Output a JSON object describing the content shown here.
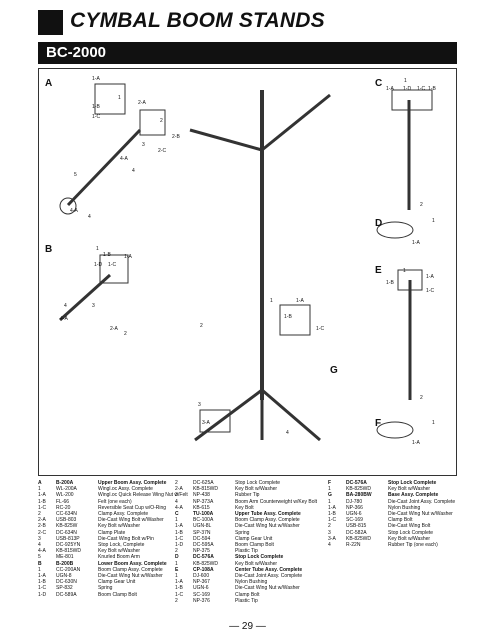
{
  "header": {
    "title": "CYMBAL BOOM STANDS",
    "model": "BC-2000"
  },
  "diagram": {
    "sections": [
      "A",
      "B",
      "C",
      "D",
      "E",
      "F",
      "G"
    ],
    "callouts": {
      "a": [
        "1-A",
        "1",
        "1-B",
        "1-C",
        "2-A",
        "2",
        "3",
        "2-C",
        "2-B",
        "4-A",
        "4",
        "5",
        "4-A",
        "4"
      ],
      "b": [
        "1",
        "1-B",
        "1-A",
        "1-D",
        "1-C",
        "4",
        "3",
        "2-A",
        "2",
        "4-A"
      ],
      "c": [
        "1",
        "1-A",
        "1-D",
        "1-C",
        "1-B",
        "2"
      ],
      "d": [
        "1",
        "1-A"
      ],
      "e": [
        "1",
        "1-B",
        "1-A",
        "1-C",
        "2"
      ],
      "f": [
        "1",
        "1-A"
      ],
      "g": [
        "2",
        "1",
        "1-A",
        "1-B",
        "1-C",
        "3",
        "3-A",
        "4"
      ]
    }
  },
  "parts_columns": [
    [
      {
        "no": "A",
        "code": "B-200A",
        "desc": "Upper Boom Assy. Complete",
        "head": true
      },
      {
        "no": "1",
        "code": "WL-200A",
        "desc": "Wingl.oc Assy. Complete"
      },
      {
        "no": "1-A",
        "code": "WL-200",
        "desc": "Wingl.oc Quick Release Wing Nut w/Felt"
      },
      {
        "no": "1-B",
        "code": "FL-66",
        "desc": "Felt (one each)"
      },
      {
        "no": "1-C",
        "code": "RC-20",
        "desc": "Reversible Seat Cup w/O-Ring"
      },
      {
        "no": "2",
        "code": "CC-634N",
        "desc": "Clamp Assy. Complete"
      },
      {
        "no": "2-A",
        "code": "USB-803",
        "desc": "Die-Cast Wing Bolt w/Washer"
      },
      {
        "no": "2-B",
        "code": "KB-825W",
        "desc": "Key Bolt w/Washer"
      },
      {
        "no": "2-C",
        "code": "DC-634N",
        "desc": "Clamp Plate"
      },
      {
        "no": "3",
        "code": "USB-813P",
        "desc": "Die-Cast Wing Bolt w/Pin"
      },
      {
        "no": "4",
        "code": "DC-925YN",
        "desc": "Stop Lock, Complete"
      },
      {
        "no": "4-A",
        "code": "KB-815WD",
        "desc": "Key Bolt w/Washer"
      },
      {
        "no": "5",
        "code": "ME-801",
        "desc": "Knurled Boom Arm"
      },
      {
        "no": "B",
        "code": "B-200B",
        "desc": "Lower Boom Assy. Complete",
        "head": true
      },
      {
        "no": "1",
        "code": "CC-200AN",
        "desc": "Boom Clamp Assy. Complete"
      },
      {
        "no": "1-A",
        "code": "UGN-8",
        "desc": "Die-Cast Wing Nut w/Washer"
      },
      {
        "no": "1-B",
        "code": "DC-630N",
        "desc": "Clamp Gear Unit"
      },
      {
        "no": "1-C",
        "code": "SP-832",
        "desc": "Spring"
      },
      {
        "no": "1-D",
        "code": "DC-589A",
        "desc": "Boom Clamp Bolt"
      }
    ],
    [
      {
        "no": "2",
        "code": "DC-625A",
        "desc": "Stop Lock Complete"
      },
      {
        "no": "2-A",
        "code": "KB-815WD",
        "desc": "Key Bolt w/Washer"
      },
      {
        "no": "3",
        "code": "NP-438",
        "desc": "Rubber Tip"
      },
      {
        "no": "4",
        "code": "NP-373A",
        "desc": "Boom Arm Counterweight w/Key Bolt"
      },
      {
        "no": "4-A",
        "code": "KB-615",
        "desc": "Key Bolt"
      },
      {
        "no": "C",
        "code": "TU-100A",
        "desc": "Upper Tube Assy. Complete",
        "head": true
      },
      {
        "no": "1",
        "code": "BC-100A",
        "desc": "Boom Clamp Assy. Complete"
      },
      {
        "no": "1-A",
        "code": "UGN-8L",
        "desc": "Die-Cast Wing Nut w/Washer"
      },
      {
        "no": "1-B",
        "code": "SP-37N",
        "desc": "Spring"
      },
      {
        "no": "1-C",
        "code": "DC-594",
        "desc": "Clamp Gear Unit"
      },
      {
        "no": "1-D",
        "code": "DC-595A",
        "desc": "Boom Clamp Bolt"
      },
      {
        "no": "2",
        "code": "NP-375",
        "desc": "Plastic Tip"
      },
      {
        "no": "D",
        "code": "DC-576A",
        "desc": "Stop Lock Complete",
        "head": true
      },
      {
        "no": "1",
        "code": "KB-825WD",
        "desc": "Key Bolt w/Washer"
      },
      {
        "no": "E",
        "code": "CP-108A",
        "desc": "Center Tube Assy. Complete",
        "head": true
      },
      {
        "no": "1",
        "code": "DJ-600",
        "desc": "Die-Cast Joint Assy. Complete"
      },
      {
        "no": "1-A",
        "code": "NP-367",
        "desc": "Nylon Bushing"
      },
      {
        "no": "1-B",
        "code": "UGN-6",
        "desc": "Die-Cast Wing Nut w/Washer"
      },
      {
        "no": "1-C",
        "code": "SC-169",
        "desc": "Clamp Bolt"
      },
      {
        "no": "2",
        "code": "NP-376",
        "desc": "Plastic Tip"
      }
    ],
    [
      {
        "no": "F",
        "code": "DC-576A",
        "desc": "Stop Lock Complete",
        "head": true
      },
      {
        "no": "1",
        "code": "KB-825WD",
        "desc": "Key Bolt w/Washer"
      },
      {
        "no": "G",
        "code": "BA-280BW",
        "desc": "Base Assy. Complete",
        "head": true
      },
      {
        "no": "1",
        "code": "DJ-780",
        "desc": "Die-Cast Joint Assy. Complete"
      },
      {
        "no": "1-A",
        "code": "NP-366",
        "desc": "Nylon Bushing"
      },
      {
        "no": "1-B",
        "code": "UGN-6",
        "desc": "Die-Cast Wing Nut w/Washer"
      },
      {
        "no": "1-C",
        "code": "SC-169",
        "desc": "Clamp Bolt"
      },
      {
        "no": "2",
        "code": "USB-815",
        "desc": "Die-Cast Wing Bolt"
      },
      {
        "no": "3",
        "code": "DC-582A",
        "desc": "Stop Lock Complete"
      },
      {
        "no": "3-A",
        "code": "KB-825WD",
        "desc": "Key Bolt w/Washer"
      },
      {
        "no": "4",
        "code": "R-22N",
        "desc": "Rubber Tip (one each)"
      }
    ]
  ],
  "footer": {
    "page": "— 29 —"
  }
}
